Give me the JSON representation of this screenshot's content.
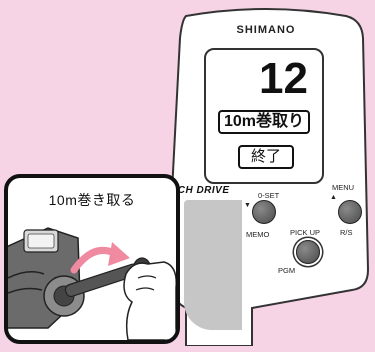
{
  "device": {
    "brand": "SHIMANO",
    "display": {
      "number": "12",
      "status": "10m巻取り",
      "end_label": "終了"
    },
    "drive_logo": "UCH DRIVE",
    "buttons": {
      "left_top": "0-SET",
      "left_bottom": "MEMO",
      "center_top": "PICK UP",
      "center_bottom": "PGM",
      "right_top": "MENU",
      "right_bottom": "R/S"
    }
  },
  "callout": {
    "title": "10m巻き取る"
  },
  "colors": {
    "background": "#f7d3e6",
    "arrow": "#f08aa0",
    "button": "#5a5a5a"
  }
}
